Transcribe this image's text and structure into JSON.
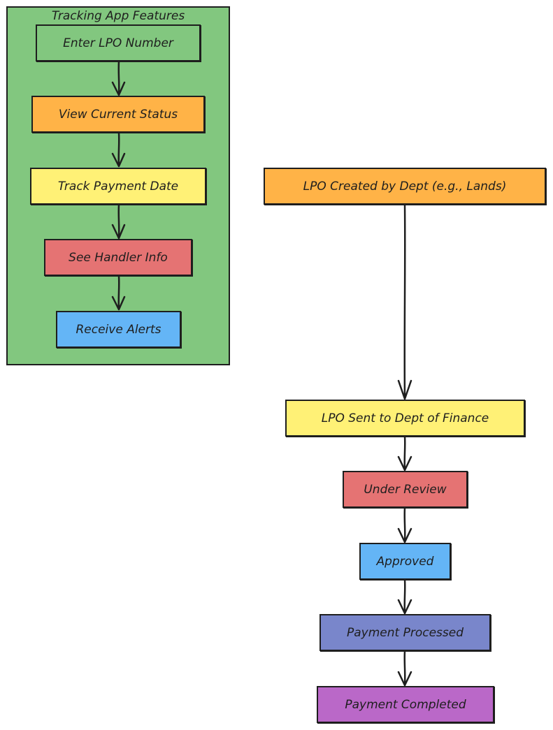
{
  "cluster": {
    "title": "Tracking App Features",
    "color": "#82c77f"
  },
  "features": {
    "enter_lpo": "Enter LPO Number",
    "view_status": "View Current Status",
    "track_payment": "Track Payment Date",
    "handler_info": "See Handler Info",
    "receive_alerts": "Receive Alerts"
  },
  "process": {
    "created": "LPO Created by Dept (e.g., Lands)",
    "sent": "LPO Sent to Dept of Finance",
    "review": "Under Review",
    "approved": "Approved",
    "processed": "Payment Processed",
    "completed": "Payment Completed"
  },
  "colors": {
    "orange": "#ffb347",
    "yellow": "#fff176",
    "red": "#e57373",
    "blue": "#64b5f6",
    "indigo": "#7986cb",
    "purple": "#ba68c8",
    "green": "#82c77f",
    "stroke": "#1e1e1e"
  }
}
